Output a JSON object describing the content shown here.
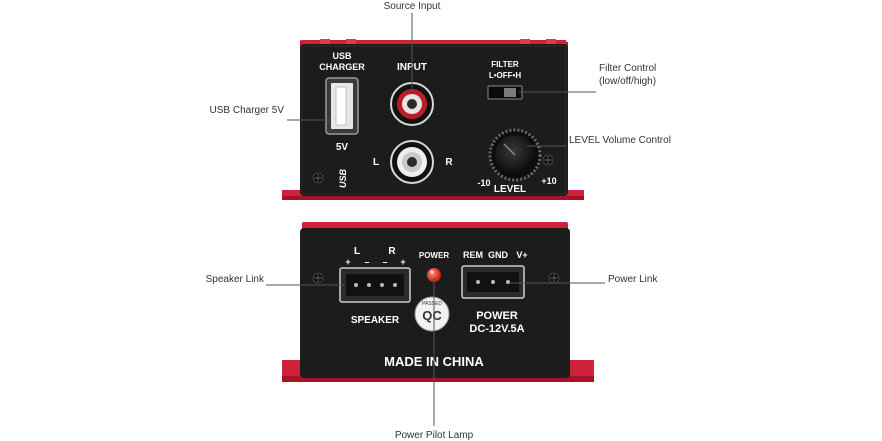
{
  "callouts": {
    "source_input": "Source Input",
    "usb_charger": "USB Charger 5V",
    "filter_control_line1": "Filter Control",
    "filter_control_line2": "(low/off/high)",
    "level_control": "LEVEL Volume Control",
    "speaker_link": "Speaker Link",
    "power_link": "Power Link",
    "power_pilot_lamp": "Power Pilot Lamp"
  },
  "front_panel": {
    "usb_label_line1": "USB",
    "usb_label_line2": "CHARGER",
    "usb_voltage": "5V",
    "usb_vertical_logo": "USB",
    "input_label": "INPUT",
    "left_channel": "L",
    "right_channel": "R",
    "filter_label": "FILTER",
    "filter_positions": "L•OFF•H",
    "level_min": "-10",
    "level_max": "+10",
    "level_label": "LEVEL"
  },
  "back_panel": {
    "speaker_l": "L",
    "speaker_r": "R",
    "terminal_signs": [
      "+",
      "–",
      "–",
      "+"
    ],
    "speaker_label": "SPEAKER",
    "power_led_label": "POWER",
    "rem_label": "REM",
    "gnd_label": "GND",
    "vplus_label": "V+",
    "power_label": "POWER",
    "power_rating": "DC-12V.5A",
    "qc_mark": "QC",
    "qc_pass_text": "PASSED",
    "made_in": "MADE IN CHINA"
  },
  "colors": {
    "body": "#1c1c1c",
    "heatsink_red": "#d0213b",
    "label_text": "#ffffff",
    "callout_line": "#555555",
    "led_red": "#e8281c"
  }
}
